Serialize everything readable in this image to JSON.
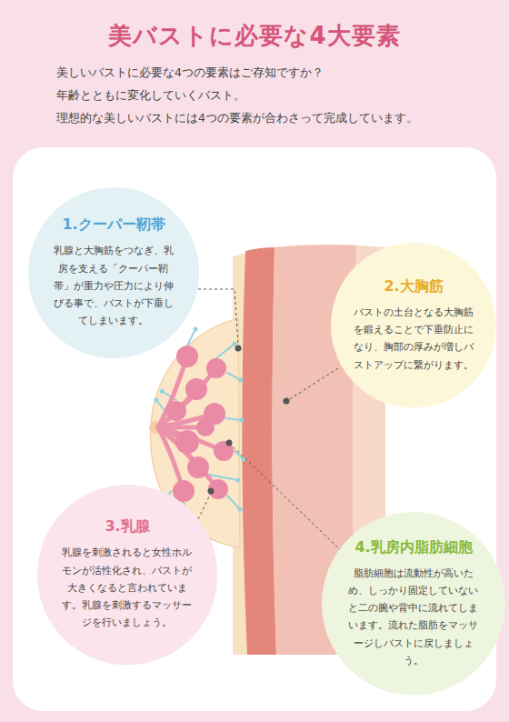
{
  "diagram": {
    "title": "美バストに必要な4大要素",
    "nodes": [
      {
        "text": [
          "1.クーパー靭帯",
          "乳腺と大胸筋をつなぎ、乳房を支える「クーパー靭帯」が重力や圧力により伸びる事で、バストが下垂してしまいます。"
        ]
      },
      {
        "text": [
          "2.大胸筋",
          "バストの土台となる大胸筋を鍛えることで下垂防止になり、胸部の厚みが増しバストアップに繋がります。"
        ]
      },
      {
        "text": [
          "3.乳腺",
          "乳腺を刺激されると女性ホルモンが活性化され、バストが大きくなると言われています。乳腺を刺激するマッサージを行いましょう。"
        ]
      },
      {
        "text": [
          "4.乳房内脂肪細胞",
          "脂肪細胞は流動性が高いため、しっかり固定していないと二の腕や背中に流れてしまいます。流れた脂肪をマッサージしバストに戻しましょう。"
        ]
      }
    ],
    "labels": [
      "美しいバストに必要な4つの要素はご存知ですか？",
      "年齢とともに変化していくバスト。",
      "理想的な美しいバストには4つの要素が合わさって完成しています。"
    ]
  }
}
